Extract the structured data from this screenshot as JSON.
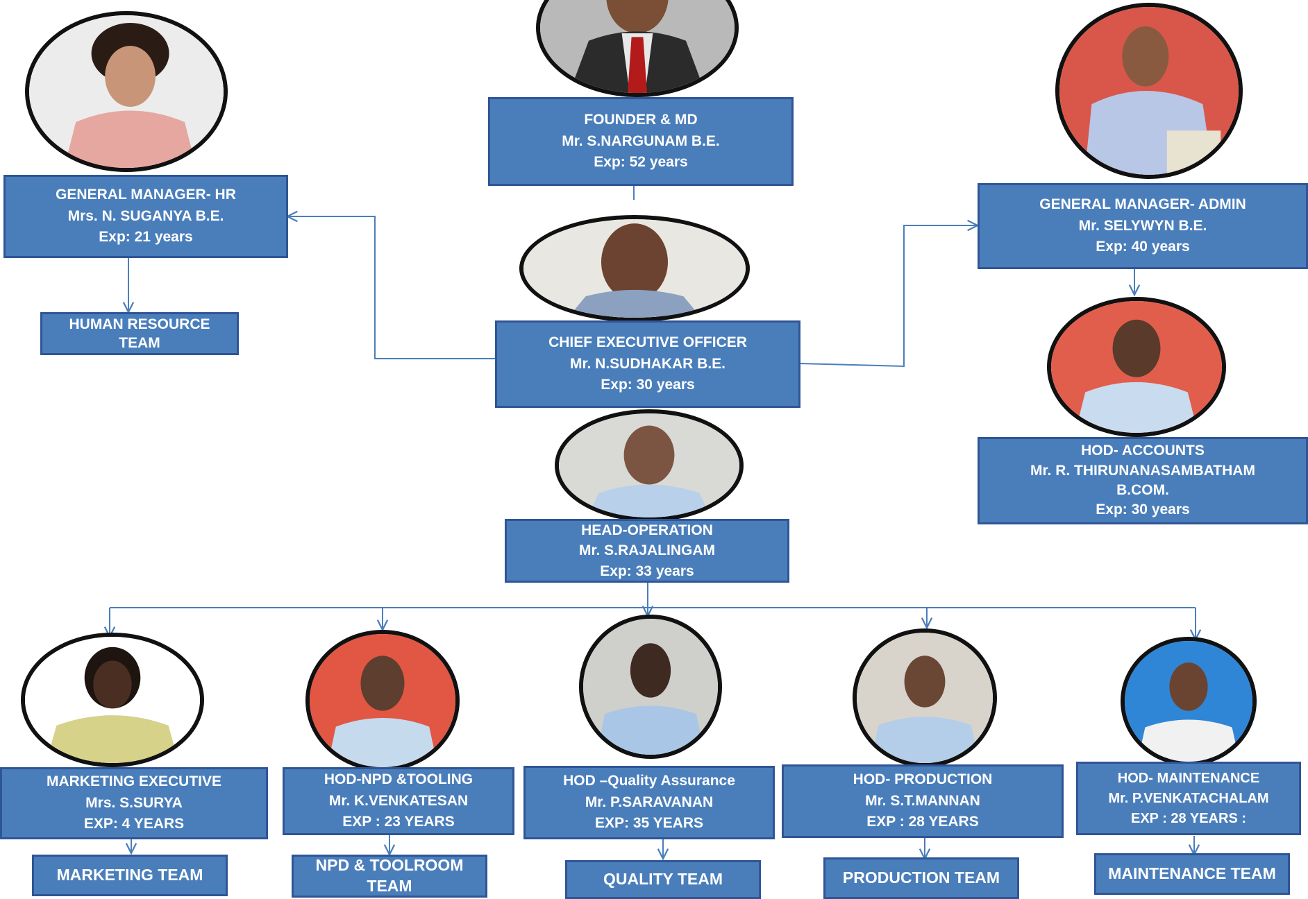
{
  "founder": {
    "title": "FOUNDER & MD",
    "name": "Mr. S.NARGUNAM B.E.",
    "exp": "Exp:  52 years"
  },
  "gm_hr": {
    "title": "GENERAL MANAGER- HR",
    "name": "Mrs. N. SUGANYA B.E.",
    "exp": "Exp: 21 years"
  },
  "hr_team": {
    "label_line1": "HUMAN RESOURCE",
    "label_line2": "TEAM"
  },
  "ceo": {
    "title": "CHIEF EXECUTIVE OFFICER",
    "name": "Mr. N.SUDHAKAR B.E.",
    "exp": "Exp: 30 years"
  },
  "gm_admin": {
    "title": "GENERAL MANAGER- ADMIN",
    "name": "Mr. SELYWYN B.E.",
    "exp": "Exp: 40 years"
  },
  "hod_accounts": {
    "title": "HOD- ACCOUNTS",
    "name": "Mr. R. THIRUNANASAMBATHAM",
    "qual": "B.COM.",
    "exp": "Exp: 30 years"
  },
  "head_operation": {
    "title": "HEAD-OPERATION",
    "name": "Mr. S.RAJALINGAM",
    "exp": "Exp:  33 years"
  },
  "marketing": {
    "title": "MARKETING EXECUTIVE",
    "name": "Mrs. S.SURYA",
    "exp": "EXP: 4  YEARS",
    "team": "MARKETING TEAM"
  },
  "npd": {
    "title": "HOD-NPD &TOOLING",
    "name": "Mr. K.VENKATESAN",
    "exp": "EXP : 23 YEARS",
    "team_line1": "NPD & TOOLROOM",
    "team_line2": "TEAM"
  },
  "quality": {
    "title": "HOD –Quality Assurance",
    "name": "Mr. P.SARAVANAN",
    "exp": "EXP: 35 YEARS",
    "team": "QUALITY TEAM"
  },
  "production": {
    "title": "HOD- PRODUCTION",
    "name": "Mr. S.T.MANNAN",
    "exp": "EXP :  28 YEARS",
    "team": "PRODUCTION TEAM"
  },
  "maintenance": {
    "title": "HOD- MAINTENANCE",
    "name": "Mr. P.VENKATACHALAM",
    "exp": "EXP : 28 YEARS :",
    "team": "MAINTENANCE TEAM"
  },
  "colors": {
    "box_fill": "#4a7ebb",
    "box_border": "#2f5597",
    "connector": "#4a7ebb",
    "photo_ring": "#111111"
  }
}
